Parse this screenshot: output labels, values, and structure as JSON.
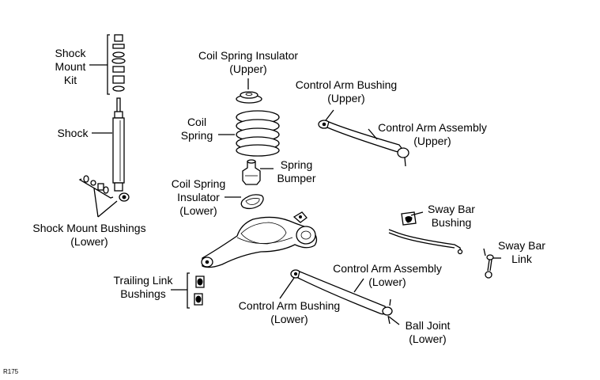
{
  "figure_code": "R175",
  "labels": {
    "shock_mount_kit": [
      "Shock",
      "Mount",
      "Kit"
    ],
    "shock": [
      "Shock"
    ],
    "shock_mount_bushings": [
      "Shock Mount Bushings",
      "(Lower)"
    ],
    "coil_spring_insulator_upper": [
      "Coil Spring Insulator",
      "(Upper)"
    ],
    "coil_spring": [
      "Coil",
      "Spring"
    ],
    "spring_bumper": [
      "Spring",
      "Bumper"
    ],
    "coil_spring_insulator_lower": [
      "Coil Spring",
      "Insulator",
      "(Lower)"
    ],
    "control_arm_bushing_upper": [
      "Control Arm Bushing",
      "(Upper)"
    ],
    "control_arm_assembly_upper": [
      "Control Arm Assembly",
      "(Upper)"
    ],
    "sway_bar_bushing": [
      "Sway Bar",
      "Bushing"
    ],
    "sway_bar_link": [
      "Sway Bar",
      "Link"
    ],
    "trailing_link_bushings": [
      "Trailing Link",
      "Bushings"
    ],
    "control_arm_assembly_lower": [
      "Control Arm Assembly",
      "(Lower)"
    ],
    "control_arm_bushing_lower": [
      "Control Arm Bushing",
      "(Lower)"
    ],
    "ball_joint_lower": [
      "Ball Joint",
      "(Lower)"
    ]
  }
}
